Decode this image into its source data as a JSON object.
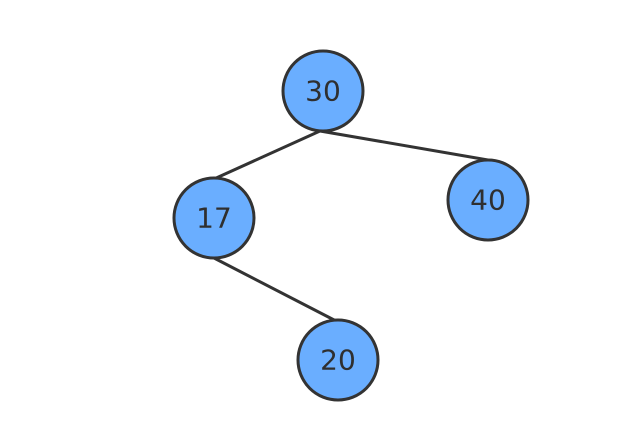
{
  "tree": {
    "node_color": "#6aaeff",
    "stroke_color": "#333333",
    "nodes": [
      {
        "id": "n30",
        "label": "30"
      },
      {
        "id": "n17",
        "label": "17"
      },
      {
        "id": "n40",
        "label": "40"
      },
      {
        "id": "n20",
        "label": "20"
      }
    ],
    "edges": [
      {
        "from": "n30",
        "to": "n17"
      },
      {
        "from": "n30",
        "to": "n40"
      },
      {
        "from": "n17",
        "to": "n20"
      }
    ]
  }
}
